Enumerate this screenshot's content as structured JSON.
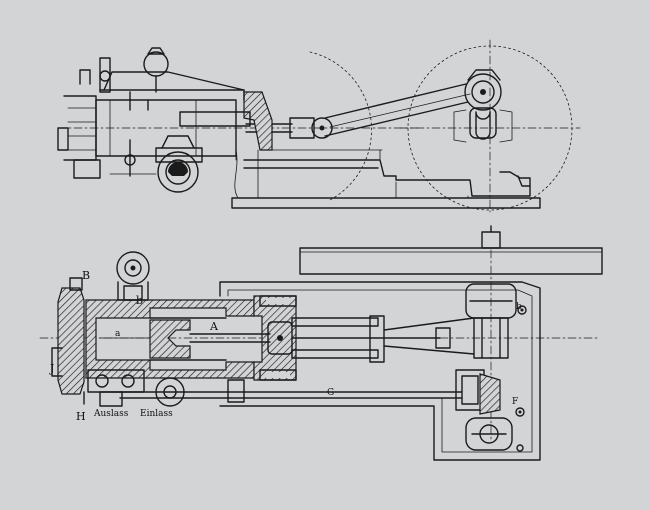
{
  "labels": {
    "B": "B",
    "b": "b",
    "a": "a",
    "A": "A",
    "J": "J",
    "H": "H",
    "G": "G",
    "b2": "b",
    "F": "F",
    "auslass": "Auslass",
    "einlass": "Einlass"
  },
  "colors": {
    "background": "#d3d4d6",
    "ink": "#1b1b1b"
  }
}
